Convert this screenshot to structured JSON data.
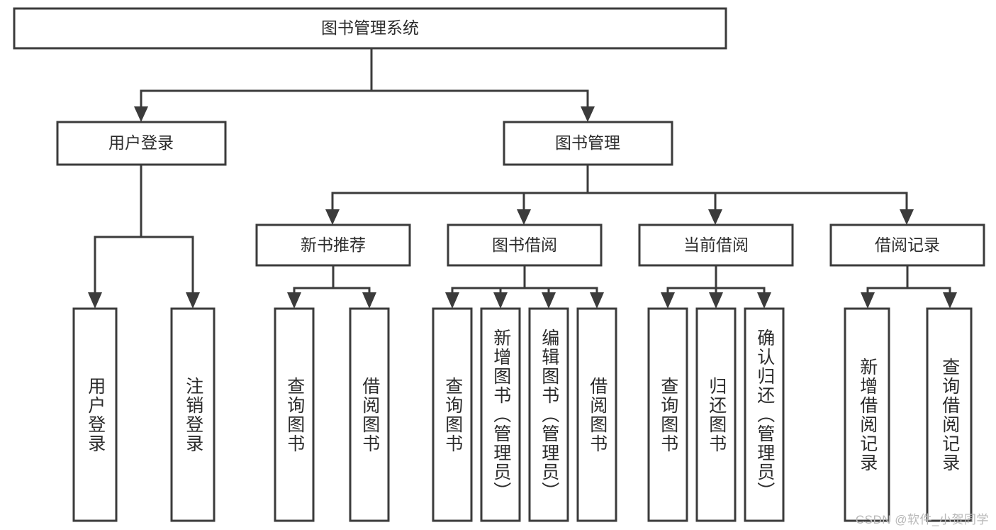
{
  "diagram": {
    "type": "tree-hierarchy",
    "title": "图书管理系统",
    "orientation": "top-down",
    "colors": {
      "box_fill": "#ffffff",
      "box_stroke": "#3b3b3b",
      "connector": "#3b3b3b",
      "text": "#2b2b2b",
      "watermark": "#b8b8b8",
      "background": "#ffffff"
    },
    "root": {
      "label": "图书管理系统"
    },
    "level2": [
      {
        "label": "用户登录"
      },
      {
        "label": "图书管理"
      }
    ],
    "level3": [
      {
        "label": "新书推荐"
      },
      {
        "label": "图书借阅"
      },
      {
        "label": "当前借阅"
      },
      {
        "label": "借阅记录"
      }
    ],
    "leaves": {
      "user_login": [
        {
          "label": "用户登录"
        },
        {
          "label": "注销登录"
        }
      ],
      "new_book_recommend": [
        {
          "label": "查询图书"
        },
        {
          "label": "借阅图书"
        }
      ],
      "book_borrow": [
        {
          "label": "查询图书"
        },
        {
          "label": "新增图书（管理员）"
        },
        {
          "label": "编辑图书（管理员）"
        },
        {
          "label": "借阅图书"
        }
      ],
      "current_borrow": [
        {
          "label": "查询图书"
        },
        {
          "label": "归还图书"
        },
        {
          "label": "确认归还（管理员）"
        }
      ],
      "borrow_record": [
        {
          "label": "新增借阅记录"
        },
        {
          "label": "查询借阅记录"
        }
      ]
    },
    "watermark": "CSDN @软件_小贺同学"
  }
}
